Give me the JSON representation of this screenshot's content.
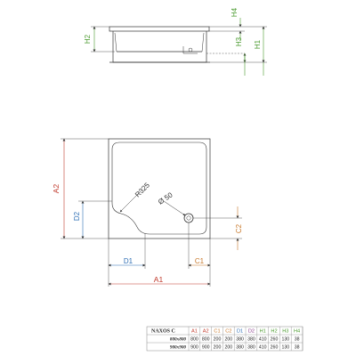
{
  "colors": {
    "line": "#333333",
    "red": "#c0392b",
    "green": "#4a9a2e",
    "blue": "#2e6fb5",
    "orange": "#c8782a",
    "purple": "#8a3c8c",
    "table_grid": "#888888"
  },
  "side_view": {
    "labels": {
      "h1": "H1",
      "h2": "H2",
      "h3": "H3",
      "h4": "H4"
    }
  },
  "top_view": {
    "labels": {
      "a1": "A1",
      "a2": "A2",
      "c1": "C1",
      "c2": "C2",
      "d1": "D1",
      "d2": "D2"
    },
    "radius_label": "R325",
    "drain_label": "Ø 50"
  },
  "table": {
    "model": "NAXOS C",
    "headers": [
      "A1",
      "A2",
      "C1",
      "C2",
      "D1",
      "D2",
      "H1",
      "H2",
      "H3",
      "H4"
    ],
    "rows": [
      {
        "label": "800x800",
        "values": [
          "800",
          "800",
          "200",
          "200",
          "380",
          "380",
          "410",
          "260",
          "130",
          "38"
        ]
      },
      {
        "label": "900x900",
        "values": [
          "900",
          "900",
          "200",
          "200",
          "380",
          "380",
          "410",
          "260",
          "130",
          "38"
        ]
      }
    ]
  }
}
